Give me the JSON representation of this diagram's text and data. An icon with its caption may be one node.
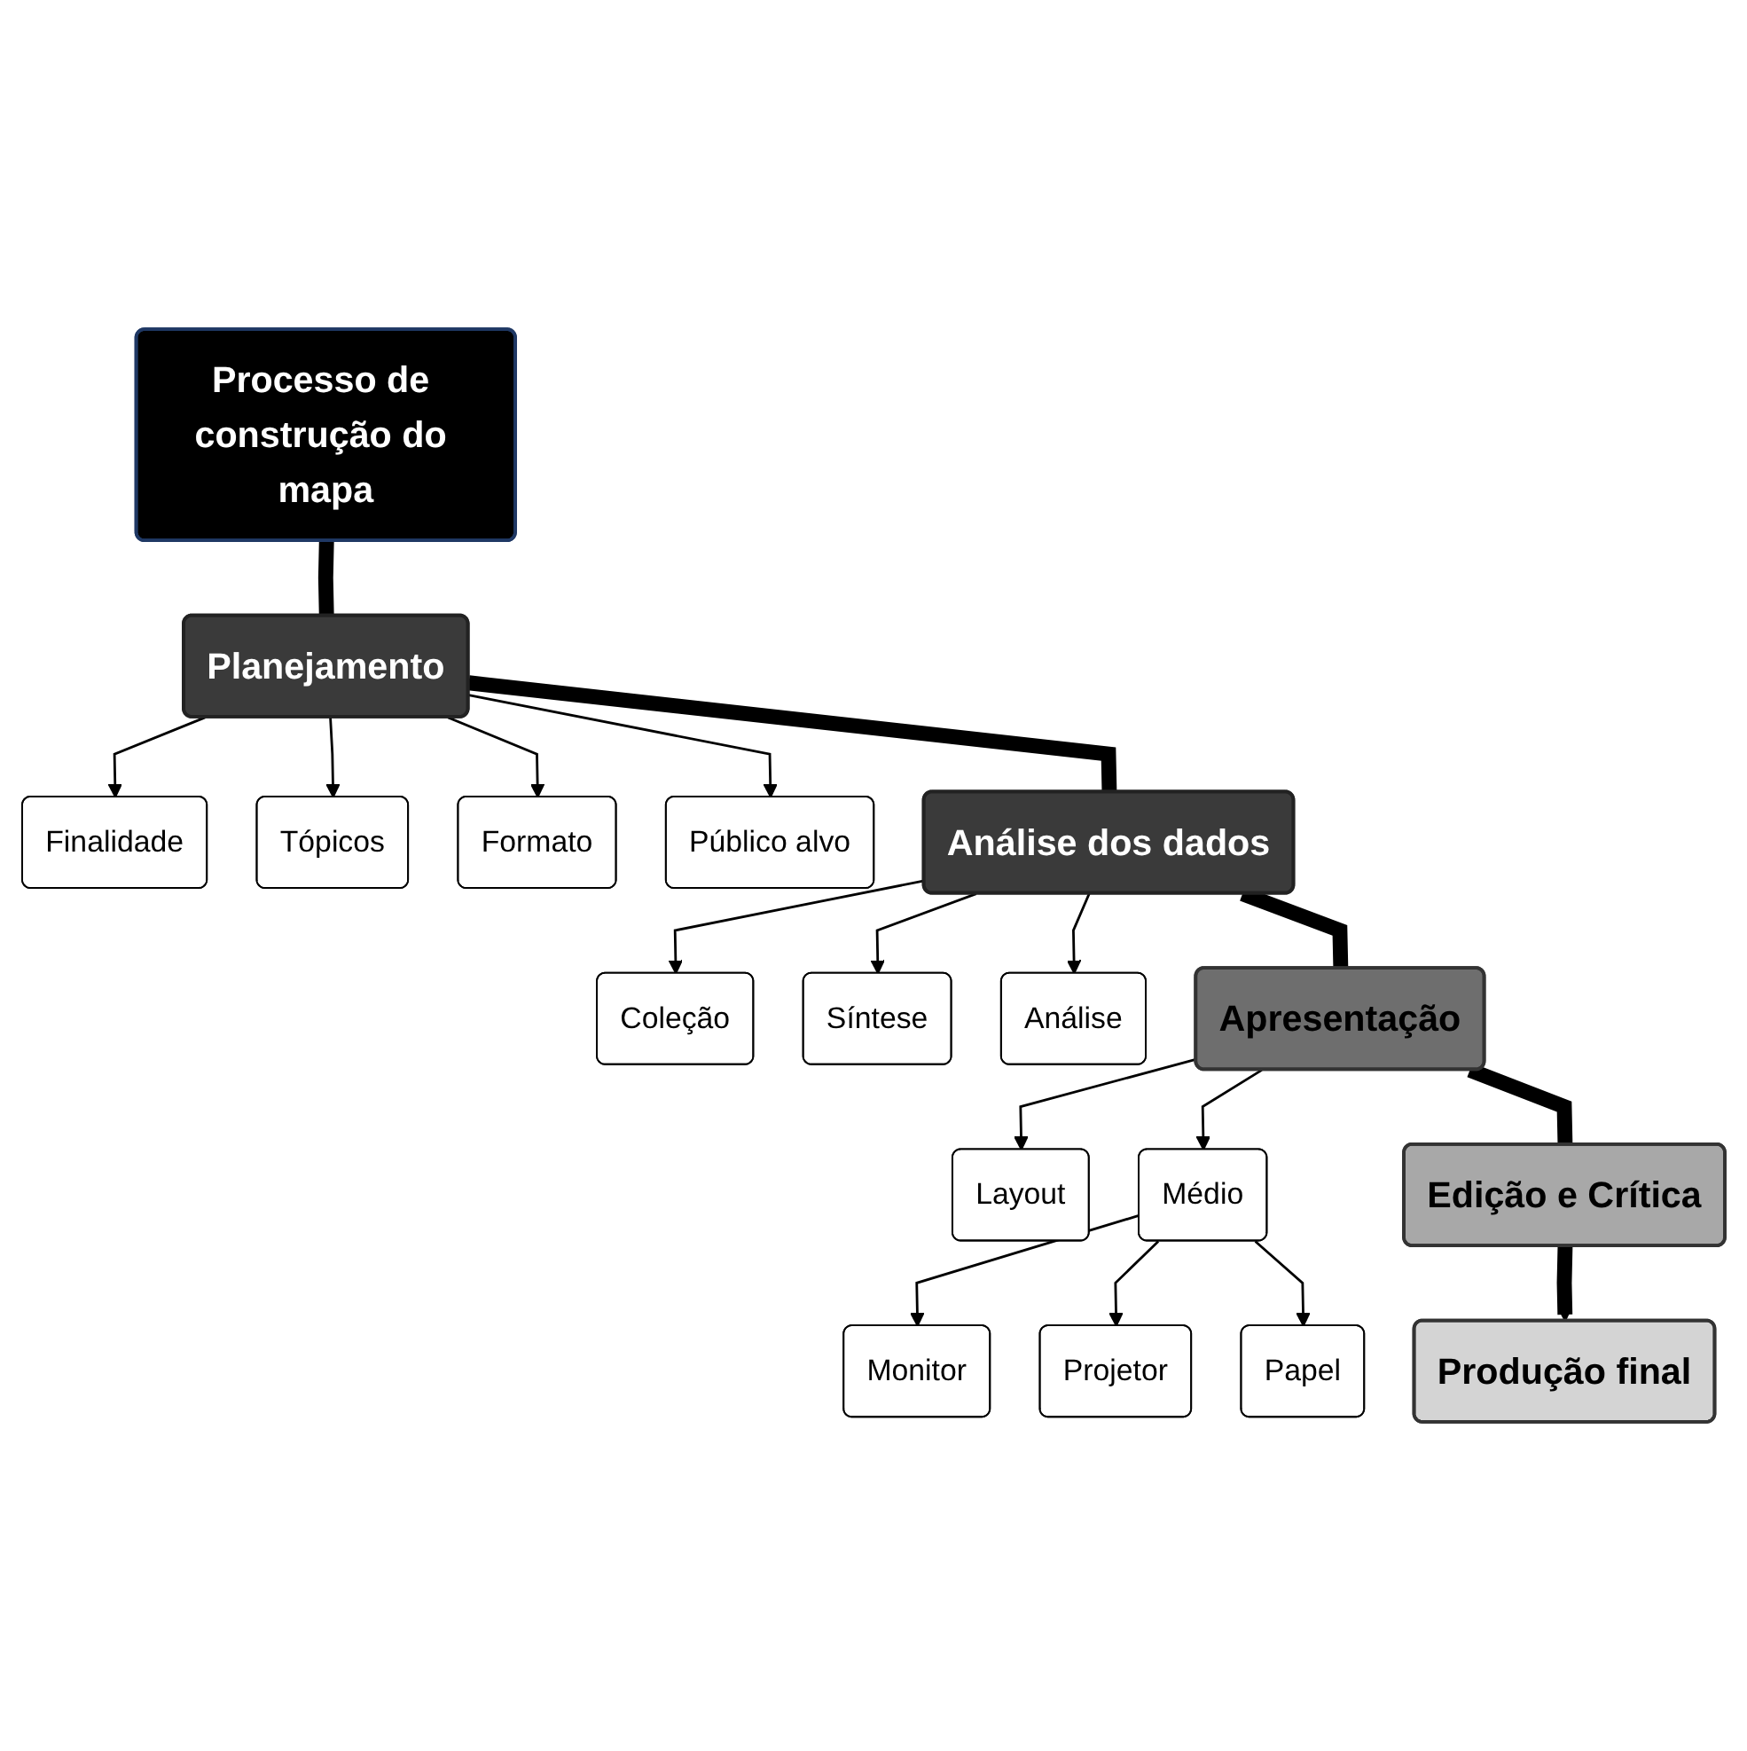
{
  "diagram": {
    "nodes": [
      {
        "text": [
          "Processo de construção do mapa"
        ]
      },
      {
        "text": [
          "Planejamento"
        ]
      },
      {
        "text": [
          "Finalidade"
        ]
      },
      {
        "text": [
          "Tópicos"
        ]
      },
      {
        "text": [
          "Formato"
        ]
      },
      {
        "text": [
          "Público alvo"
        ]
      },
      {
        "text": [
          "Análise dos dados"
        ]
      },
      {
        "text": [
          "Coleção"
        ]
      },
      {
        "text": [
          "Síntese"
        ]
      },
      {
        "text": [
          "Análise"
        ]
      },
      {
        "text": [
          "Apresentação"
        ]
      },
      {
        "text": [
          "Layout"
        ]
      },
      {
        "text": [
          "Médio"
        ]
      },
      {
        "text": [
          "Monitor"
        ]
      },
      {
        "text": [
          "Projetor"
        ]
      },
      {
        "text": [
          "Papel"
        ]
      },
      {
        "text": [
          "Edição e Crítica"
        ]
      },
      {
        "text": [
          "Produção final"
        ]
      }
    ],
    "edges": [
      {
        "from": 0,
        "to": 1,
        "arrow": "none",
        "style": "thick"
      },
      {
        "from": 1,
        "to": 2,
        "arrow": "to"
      },
      {
        "from": 1,
        "to": 3,
        "arrow": "to"
      },
      {
        "from": 1,
        "to": 4,
        "arrow": "to"
      },
      {
        "from": 1,
        "to": 5,
        "arrow": "to"
      },
      {
        "from": 1,
        "to": 6,
        "arrow": "none",
        "style": "thick"
      },
      {
        "from": 6,
        "to": 7,
        "arrow": "to"
      },
      {
        "from": 6,
        "to": 8,
        "arrow": "to"
      },
      {
        "from": 6,
        "to": 9,
        "arrow": "to"
      },
      {
        "from": 6,
        "to": 10,
        "arrow": "none",
        "style": "thick"
      },
      {
        "from": 10,
        "to": 11,
        "arrow": "to"
      },
      {
        "from": 10,
        "to": 12,
        "arrow": "to"
      },
      {
        "from": 12,
        "to": 13,
        "arrow": "to"
      },
      {
        "from": 12,
        "to": 14,
        "arrow": "to"
      },
      {
        "from": 12,
        "to": 15,
        "arrow": "to"
      },
      {
        "from": 10,
        "to": 16,
        "arrow": "none",
        "style": "thick"
      },
      {
        "from": 16,
        "to": 17,
        "arrow": "to",
        "style": "thick"
      }
    ]
  }
}
